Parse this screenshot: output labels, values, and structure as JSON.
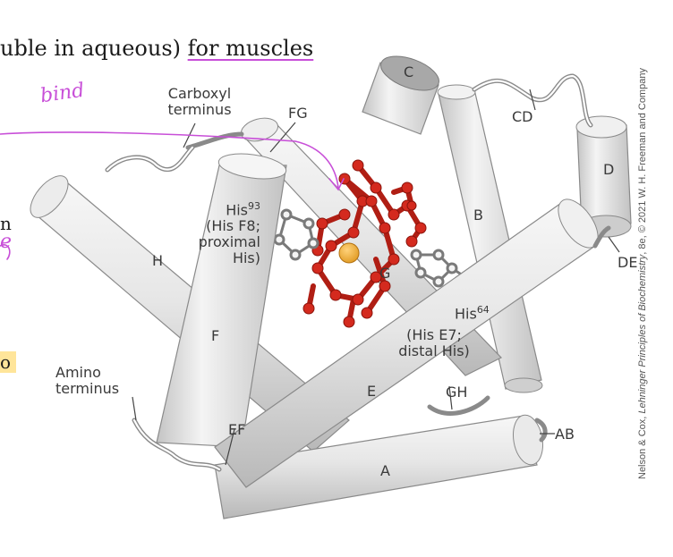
{
  "header": {
    "prefix": "uble in aqueous) ",
    "underlined": "for muscles"
  },
  "annotations": {
    "handwritten_bind": "bind",
    "margin_n": "n",
    "margin_e": "e",
    "margin_o": "o"
  },
  "helices": {
    "A": "A",
    "B": "B",
    "C": "C",
    "D": "D",
    "E": "E",
    "F": "F",
    "G": "G",
    "H": "H"
  },
  "loops": {
    "CD": "CD",
    "DE": "DE",
    "EF": "EF",
    "FG": "FG",
    "GH": "GH",
    "AB": "AB"
  },
  "termini": {
    "carboxyl_line1": "Carboxyl",
    "carboxyl_line2": "terminus",
    "amino_line1": "Amino",
    "amino_line2": "terminus"
  },
  "residues": {
    "proximal_main": "His",
    "proximal_sup": "93",
    "proximal_l2": "(His F8;",
    "proximal_l3": "proximal",
    "proximal_l4": "His)",
    "distal_main": "His",
    "distal_sup": "64",
    "distal_l2": "(His E7;",
    "distal_l3": "distal His)"
  },
  "credit": {
    "pre": "Nelson & Cox, ",
    "book": "Lehninger Principles of Biochemistry",
    "post": ", 8e, © 2021 W. H. Freeman and Company"
  },
  "colors": {
    "helix_fill": "#e4e4e4",
    "helix_shadow": "#b9b9b9",
    "helix_stroke": "#8a8a8a",
    "heme": "#d42a1e",
    "iron": "#f0a830",
    "annotation": "#c84fd8"
  }
}
